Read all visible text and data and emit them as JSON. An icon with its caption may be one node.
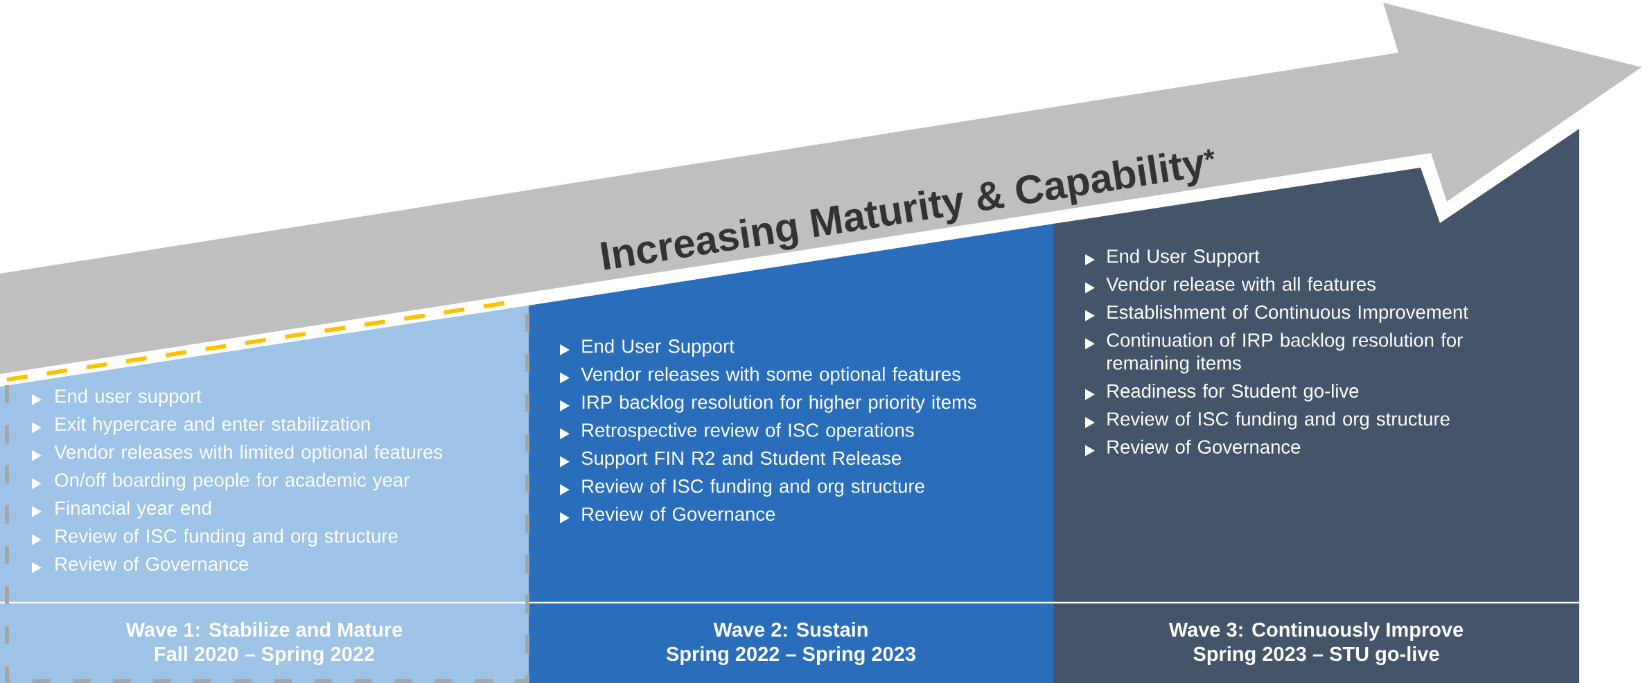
{
  "diagram": {
    "nodes": [
      {
        "text": [
          "Increasing Maturity & Capability$^{*}$"
        ]
      },
      {
        "text": [
          "End user support",
          "Exit hypercare and enter stabilization",
          "Vendor releases with limited optional features",
          "On/off boarding people for academic year",
          "Financial year end",
          "Review of ISC funding and org structure",
          "Review of Governance"
        ]
      },
      {
        "text": [
          "Wave 1: Stabilize and Mature",
          "Fall 2020 – Spring 2022"
        ],
        "in": 1
      },
      {
        "text": [
          "End User Support",
          "Vendor releases with some optional features",
          "IRP backlog resolution for higher priority items",
          "Retrospective review of ISC operations",
          "Support  FIN R2 and Student Release",
          "Review of ISC funding and org structure",
          "Review of Governance"
        ]
      },
      {
        "text": [
          "Wave 2: Sustain",
          "Spring 2022 – Spring 2023"
        ],
        "in": 3
      },
      {
        "text": [
          "End User Support",
          "Vendor release with all features",
          "Establishment of Continuous Improvement",
          "Continuation of IRP backlog resolution for remaining items",
          "Readiness for Student go-live",
          "Review of ISC funding and org structure",
          "Review of Governance"
        ]
      },
      {
        "text": [
          "Wave 3: Continuously Improve",
          "Spring 2023 – STU go-live"
        ],
        "in": 5
      }
    ]
  }
}
